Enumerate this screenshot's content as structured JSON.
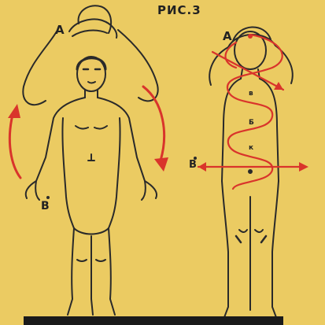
{
  "title": "РИС.3",
  "labels": {
    "a_left": "А",
    "a_right": "А",
    "b_left": "В",
    "b_right": "В",
    "spine_1": "в",
    "spine_2": "Б",
    "spine_3": "к"
  },
  "colors": {
    "paper": "#e9c65a",
    "ink": "#2a2a2a",
    "arrow": "#d9342b",
    "caption_bar": "#1a1a1a"
  }
}
